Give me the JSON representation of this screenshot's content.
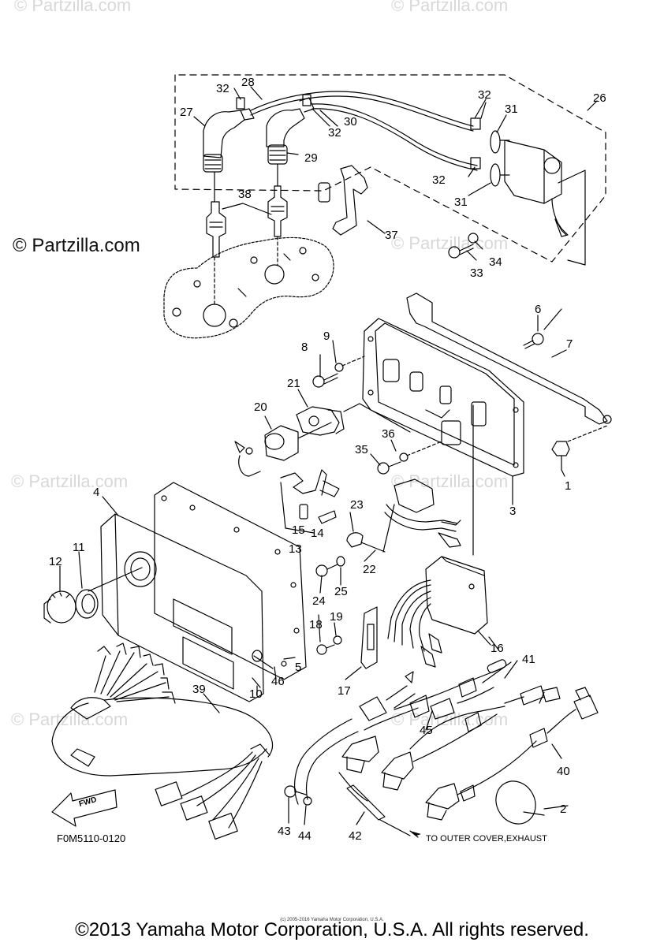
{
  "watermarks": {
    "faint": "© Partzilla.com",
    "strong": "© Partzilla.com"
  },
  "diagram": {
    "code": "F0M5110-0120",
    "fwd_label": "FWD",
    "callout_note": "TO OUTER COVER,EXHAUST",
    "part_numbers": [
      "1",
      "2",
      "3",
      "4",
      "5",
      "6",
      "7",
      "8",
      "9",
      "10",
      "11",
      "12",
      "13",
      "14",
      "15",
      "16",
      "17",
      "18",
      "19",
      "20",
      "21",
      "22",
      "23",
      "24",
      "25",
      "26",
      "27",
      "28",
      "29",
      "30",
      "31",
      "32",
      "33",
      "34",
      "35",
      "36",
      "37",
      "38",
      "39",
      "40",
      "41",
      "42",
      "43",
      "44",
      "45",
      "46"
    ]
  },
  "footer": {
    "tiny": "(c) 2005-2016 Yamaha Motor Corporation, U.S.A.",
    "copyright": "©2013 Yamaha Motor Corporation, U.S.A. All rights reserved."
  },
  "colors": {
    "line": "#000000",
    "watermark": "#d8d8d8",
    "background": "#ffffff"
  }
}
